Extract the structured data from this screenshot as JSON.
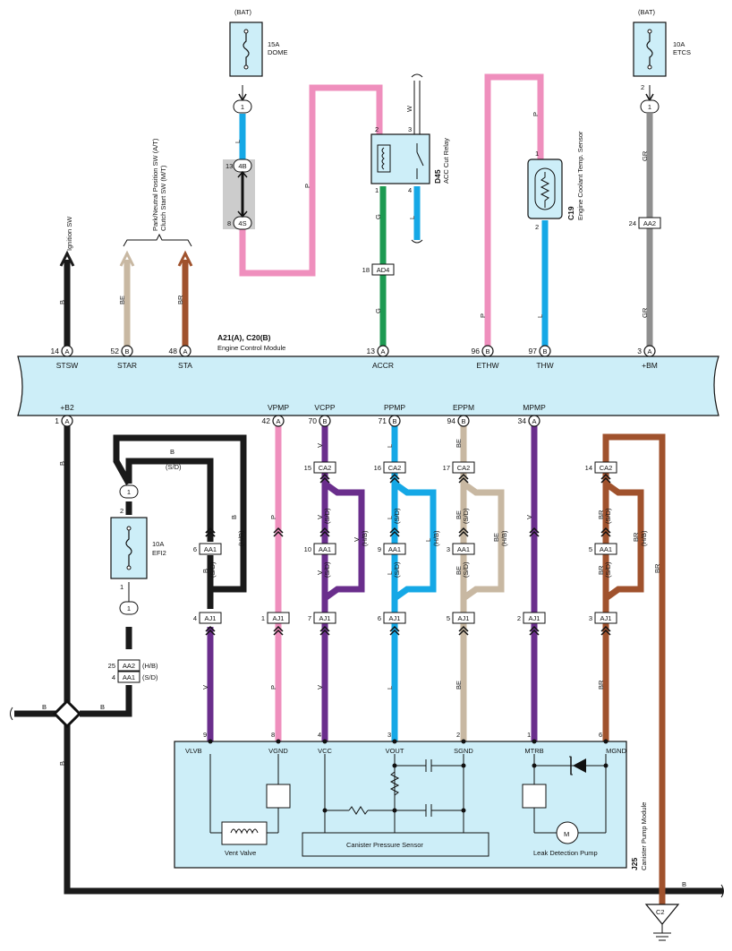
{
  "colors": {
    "B": "#1a1a1a",
    "BE": "#c8b8a2",
    "BR": "#a0522d",
    "P": "#ef8fbd",
    "L": "#15a8e6",
    "G": "#1d9a52",
    "GR": "#8f8f8f",
    "V": "#6a2e8c",
    "W": "#ffffff",
    "component_fill": "#cdeef8",
    "splice_fill": "#cccccc"
  },
  "fuses": {
    "dome": {
      "source": "(BAT)",
      "rating": "15A",
      "name": "DOME",
      "pin": "1"
    },
    "etcs": {
      "source": "(BAT)",
      "rating": "10A",
      "name": "ETCS",
      "pin_top": "2",
      "pin": "1"
    },
    "efi2": {
      "rating": "10A",
      "name": "EFI2",
      "pin_top": "2",
      "pin_bottom": "1",
      "top_conn": "1",
      "bottom_conn": "1"
    }
  },
  "switches": {
    "ignition": "Ignition SW",
    "park_neutral": "Park/Neutral Position SW (A/T)",
    "clutch": "Clutch Start SW (M/T)"
  },
  "relay": {
    "id": "D45",
    "name": "ACC Cut Relay",
    "pins": {
      "tl": "2",
      "tr": "3",
      "bl": "1",
      "br": "4"
    }
  },
  "sensor": {
    "id": "C19",
    "name": "Engine Coolant Temp. Sensor",
    "pin_top": "1",
    "pin_bottom": "2"
  },
  "splice": {
    "c1": "13",
    "c1_label": "4B",
    "c2": "8",
    "c2_label": "4S"
  },
  "ecm": {
    "connectors": "A21(A), C20(B)",
    "name": "Engine Control Module",
    "top_pins": [
      {
        "num": "14",
        "conn": "A",
        "name": "STSW"
      },
      {
        "num": "52",
        "conn": "B",
        "name": "STAR"
      },
      {
        "num": "48",
        "conn": "A",
        "name": "STA"
      },
      {
        "num": "13",
        "conn": "A",
        "name": "ACCR"
      },
      {
        "num": "96",
        "conn": "B",
        "name": "ETHW"
      },
      {
        "num": "97",
        "conn": "B",
        "name": "THW"
      },
      {
        "num": "3",
        "conn": "A",
        "name": "+BM"
      }
    ],
    "bottom_pins": [
      {
        "num": "1",
        "conn": "A",
        "name": "+B2"
      },
      {
        "num": "42",
        "conn": "A",
        "name": "VPMP"
      },
      {
        "num": "70",
        "conn": "B",
        "name": "VCPP"
      },
      {
        "num": "71",
        "conn": "B",
        "name": "PPMP"
      },
      {
        "num": "94",
        "conn": "B",
        "name": "EPPM"
      },
      {
        "num": "34",
        "conn": "A",
        "name": "MPMP"
      }
    ]
  },
  "wire_labels": {
    "ign_b": "B",
    "be": "BE",
    "br": "BR",
    "dome_l": "L",
    "dome_p": "P",
    "relay_w": "W",
    "relay_g": "G",
    "relay_l": "L",
    "ethw_p_top": "P",
    "ethw_p_bot": "P",
    "thw_l": "L",
    "gr_top": "GR",
    "gr_bot": "GR",
    "ad4_g": "G",
    "b2_b": "B",
    "sd_b": "B",
    "sd_b_label": "(S/D)",
    "hb_b": "B",
    "hb_b_label": "(H/B)",
    "hb_label": "(H/B)",
    "sd_label": "(S/D)",
    "bus_b_left": "B",
    "bus_b_right": "B",
    "bus_b_down": "B",
    "ground_b": "B",
    "v": "V",
    "p": "P",
    "l": "L",
    "be_w": "BE",
    "br_w": "BR",
    "mpmp_v": "V",
    "ground_br": "BR"
  },
  "connectors": {
    "ad4": {
      "pin": "18",
      "name": "AD4"
    },
    "aa2": {
      "pin": "24",
      "name": "AA2"
    },
    "aa2_efi": {
      "pin": "25",
      "name": "AA2",
      "tag": "(H/B)"
    },
    "aa1_efi": {
      "pin": "4",
      "name": "AA1",
      "tag": "(S/D)"
    },
    "aa1_pins": [
      "6",
      "10",
      "9",
      "3",
      "5"
    ],
    "aa1_name": "AA1",
    "ca2_pins": [
      "15",
      "16",
      "17",
      "14"
    ],
    "ca2_name": "CA2",
    "aj1_pins": [
      "4",
      "1",
      "7",
      "6",
      "5",
      "2",
      "3"
    ],
    "aj1_name": "AJ1"
  },
  "canister": {
    "id": "J25",
    "name": "Canister Pump Module",
    "pins": [
      "9",
      "8",
      "4",
      "3",
      "2",
      "1",
      "6"
    ],
    "pin_names": [
      "VLVB",
      "VGND",
      "VCC",
      "VOUT",
      "SGND",
      "MTRB",
      "MGND"
    ],
    "vent_valve": "Vent Valve",
    "pressure_sensor": "Canister Pressure Sensor",
    "pump": "Leak Detection Pump",
    "motor": "M"
  },
  "ground": "C2"
}
